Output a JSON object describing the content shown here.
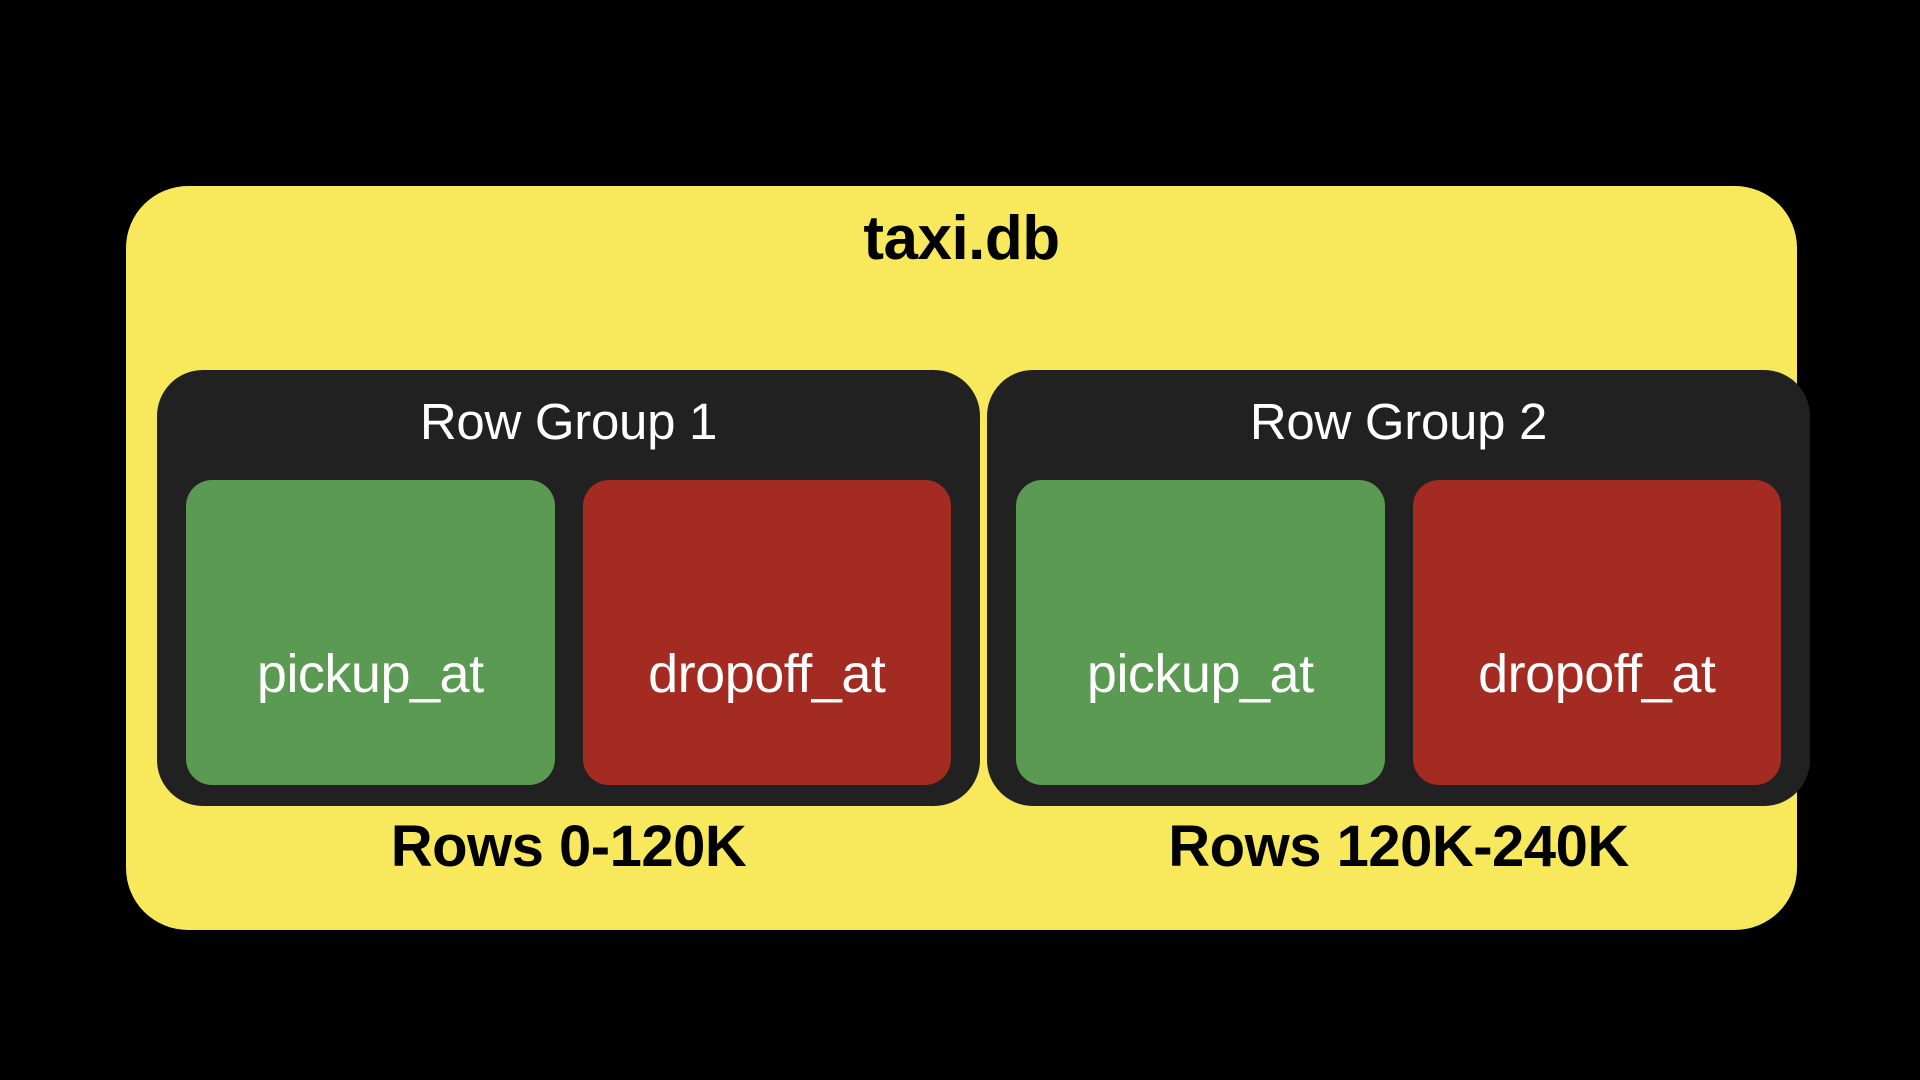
{
  "diagram": {
    "database": {
      "title": "taxi.db",
      "background_color": "#F8E95C"
    },
    "row_groups": [
      {
        "title": "Row Group 1",
        "range_label": "Rows 0-120K",
        "columns": [
          {
            "name": "pickup_at",
            "color": "#5A9A52"
          },
          {
            "name": "dropoff_at",
            "color": "#A32B22"
          }
        ]
      },
      {
        "title": "Row Group 2",
        "range_label": "Rows 120K-240K",
        "columns": [
          {
            "name": "pickup_at",
            "color": "#5A9A52"
          },
          {
            "name": "dropoff_at",
            "color": "#A32B22"
          }
        ]
      }
    ],
    "colors": {
      "canvas": "#000000",
      "row_group": "#212121",
      "accent_yellow": "#F8E95C",
      "column_green": "#5A9A52",
      "column_red": "#A32B22",
      "text_light": "#FFFFFF",
      "text_dark": "#000000"
    }
  }
}
